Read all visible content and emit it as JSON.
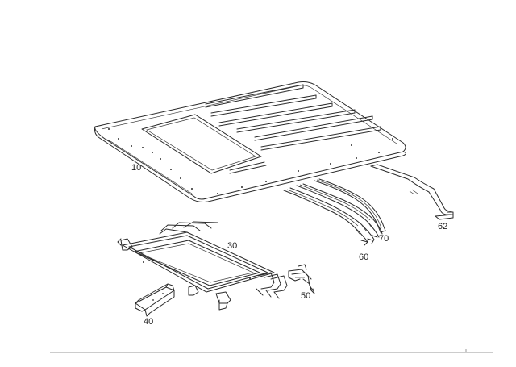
{
  "callouts": {
    "roof_panel": "10",
    "sunroof_frame": "30",
    "bracket": "40",
    "clip": "50",
    "bow_front": "60",
    "rail_side": "62",
    "bow_rear": "70"
  },
  "colors": {
    "line": "#2a2a2a",
    "background": "#ffffff",
    "baseline": "#9a9a9a"
  }
}
